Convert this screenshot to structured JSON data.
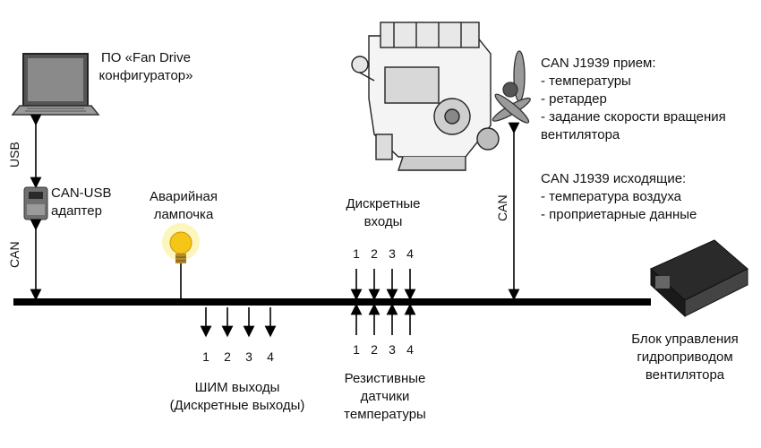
{
  "laptop": {
    "label_line1": "ПО «Fan Drive",
    "label_line2": "конфигуратор»"
  },
  "usb_label": "USB",
  "adapter": {
    "label_line1": "CAN-USB",
    "label_line2": "адаптер"
  },
  "can_left_label": "CAN",
  "lamp": {
    "label_line1": "Аварийная",
    "label_line2": "лампочка"
  },
  "discrete_inputs": {
    "label_line1": "Дискретные",
    "label_line2": "входы",
    "numbers": [
      "1",
      "2",
      "3",
      "4"
    ]
  },
  "pwm_outputs": {
    "numbers": [
      "1",
      "2",
      "3",
      "4"
    ],
    "label_line1": "ШИМ выходы",
    "label_line2": "(Дискретные выходы)"
  },
  "resistive_sensors": {
    "numbers": [
      "1",
      "2",
      "3",
      "4"
    ],
    "label_line1": "Резистивные",
    "label_line2": "датчики",
    "label_line3": "температуры"
  },
  "can_engine_label": "CAN",
  "can_rx": {
    "title": "CAN J1939 прием:",
    "items": [
      "- температуры",
      "- ретардер",
      "- задание скорости вращения",
      "вентилятора"
    ]
  },
  "can_tx": {
    "title": "CAN J1939 исходящие:",
    "items": [
      "- температура воздуха",
      "- проприетарные данные"
    ]
  },
  "control_unit": {
    "label_line1": "Блок управления",
    "label_line2": "гидроприводом",
    "label_line3": "вентилятора"
  }
}
